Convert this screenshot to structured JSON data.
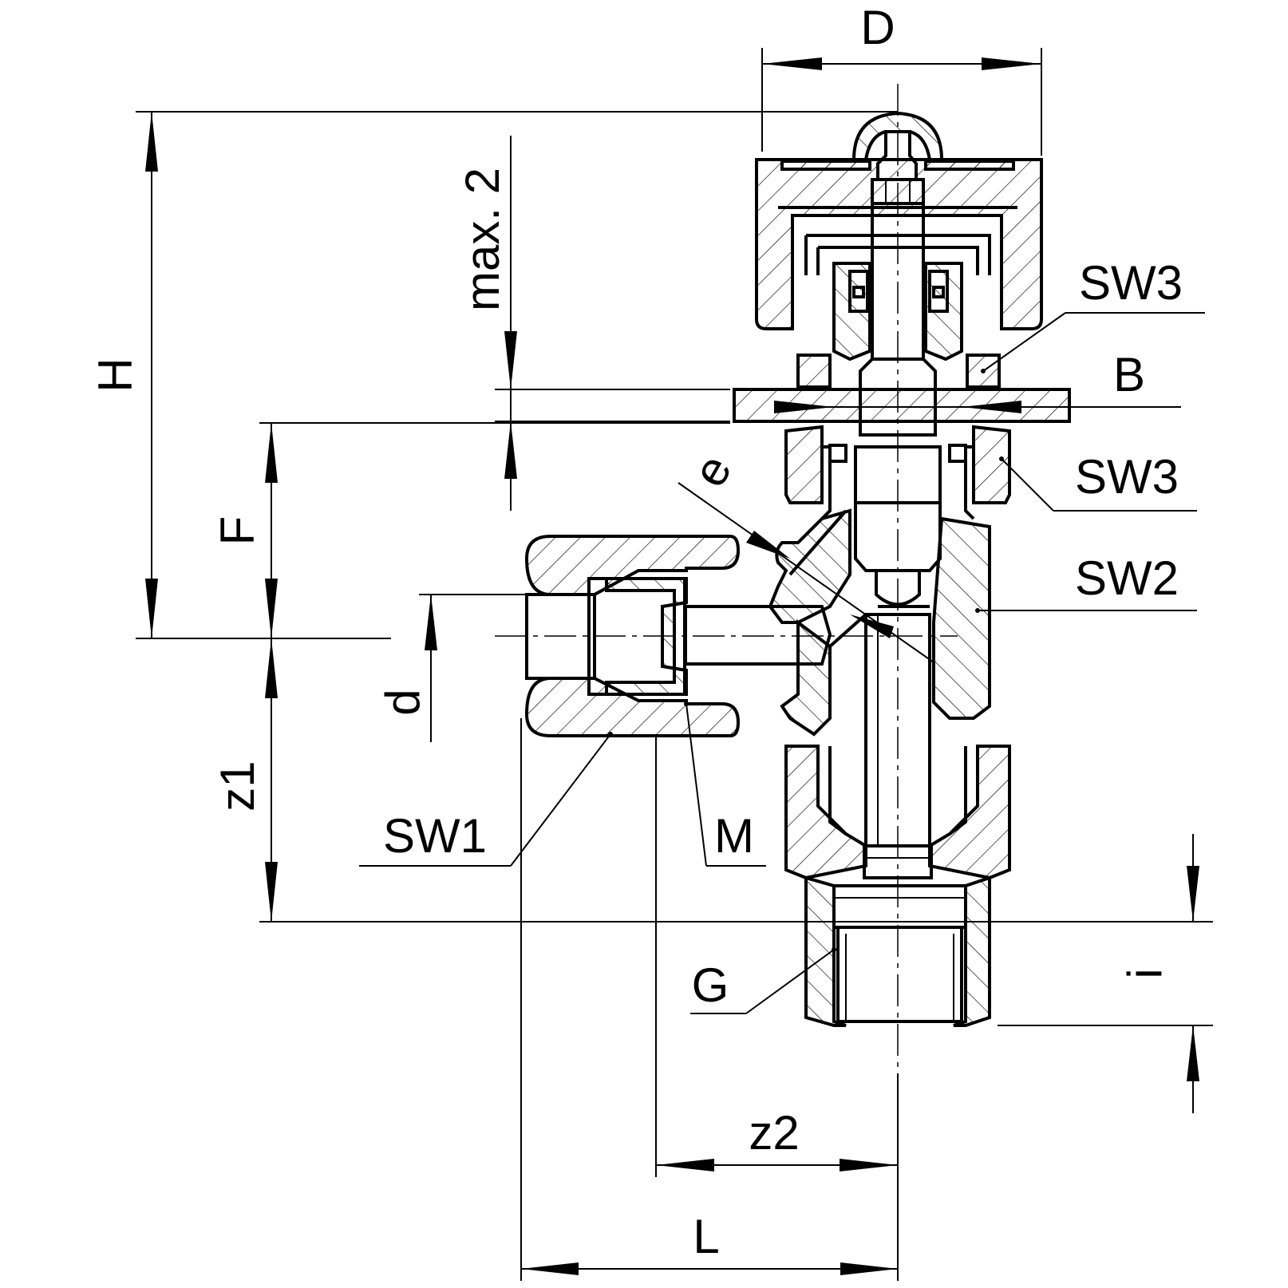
{
  "labels": {
    "D": "D",
    "H": "H",
    "max2": "max. 2",
    "F": "F",
    "e": "e",
    "d": "d",
    "z1": "z1",
    "SW1": "SW1",
    "M": "M",
    "SW3_top": "SW3",
    "B": "B",
    "SW3_mid": "SW3",
    "SW2": "SW2",
    "G": "G",
    "i": "i",
    "z2": "z2",
    "L": "L"
  }
}
